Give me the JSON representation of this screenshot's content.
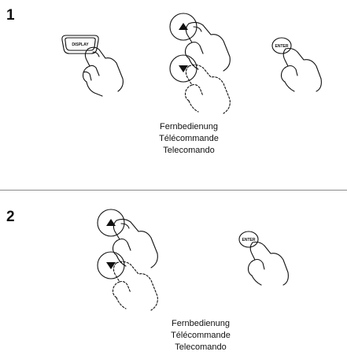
{
  "steps": [
    {
      "number": "1",
      "buttons": {
        "display": "DISPLAY",
        "up": "up-arrow",
        "down": "down-arrow",
        "enter": "ENTER"
      },
      "caption": [
        "Fernbedienung",
        "Télécommande",
        "Telecomando"
      ]
    },
    {
      "number": "2",
      "buttons": {
        "up": "up-arrow",
        "down": "down-arrow",
        "enter": "ENTER"
      },
      "caption": [
        "Fernbedienung",
        "Télécommande",
        "Telecomando"
      ]
    }
  ]
}
